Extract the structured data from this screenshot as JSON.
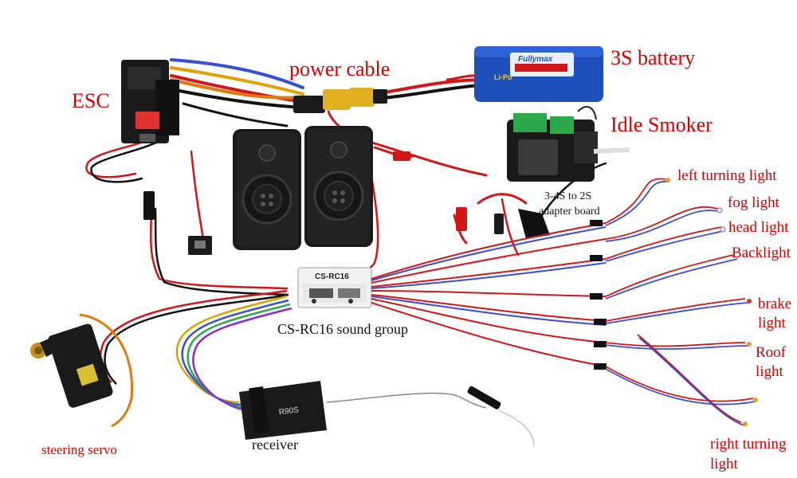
{
  "labels": {
    "esc": "ESC",
    "power_cable": "power cable",
    "battery": "3S battery",
    "idle_smoker": "Idle Smoker",
    "left_turning_light": "left turning light",
    "fog_light": "fog light",
    "head_light": "head light",
    "backlight": "Backlight",
    "brake_light_1": "brake",
    "brake_light_2": "light",
    "roof_light_1": "Roof",
    "roof_light_2": "light",
    "right_turning_light_1": "right turning",
    "right_turning_light_2": "light",
    "adapter_board_1": "3-4S to 2S",
    "adapter_board_2": "adapter board",
    "sound_group": "CS-RC16 sound group",
    "steering_servo": "steering servo",
    "receiver": "receiver"
  },
  "device_text": {
    "battery_brand": "Fullymax",
    "battery_type": "Li-Po",
    "sound_module": "CS-RC16",
    "receiver_model": "R90S"
  },
  "colors": {
    "label_red": "#d40000",
    "label_black": "#111111",
    "wire_red": "#d01818",
    "wire_blue": "#3a4fd0",
    "battery_blue": "#1f4fb8"
  },
  "icons": {
    "speaker": "speaker-icon",
    "recycle": "recycle-icon"
  }
}
